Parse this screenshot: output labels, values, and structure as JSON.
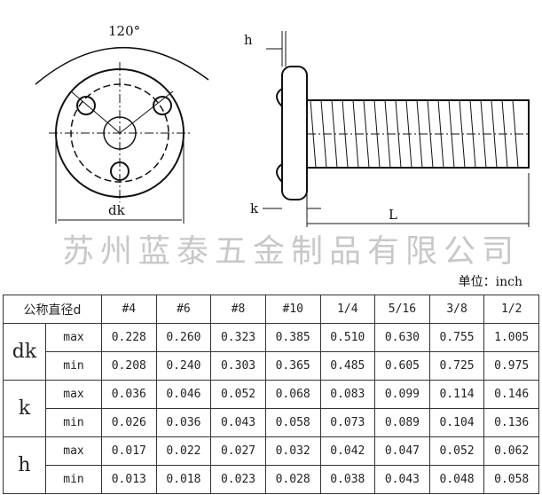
{
  "diagram": {
    "angle_label": "120°",
    "dk_label": "dk",
    "h_label": "h",
    "k_label": "k",
    "L_label": "L"
  },
  "company": "苏州蓝泰五金制品有限公司",
  "unit": "单位：inch",
  "table": {
    "header_label": "公称直径d",
    "sizes": [
      "#4",
      "#6",
      "#8",
      "#10",
      "1/4",
      "5/16",
      "3/8",
      "1/2"
    ],
    "groups": [
      {
        "name": "dk",
        "rows": [
          {
            "sub": "max",
            "values": [
              "0.228",
              "0.260",
              "0.323",
              "0.385",
              "0.510",
              "0.630",
              "0.755",
              "1.005"
            ]
          },
          {
            "sub": "min",
            "values": [
              "0.208",
              "0.240",
              "0.303",
              "0.365",
              "0.485",
              "0.605",
              "0.725",
              "0.975"
            ]
          }
        ]
      },
      {
        "name": "k",
        "rows": [
          {
            "sub": "max",
            "values": [
              "0.036",
              "0.046",
              "0.052",
              "0.068",
              "0.083",
              "0.099",
              "0.114",
              "0.146"
            ]
          },
          {
            "sub": "min",
            "values": [
              "0.026",
              "0.036",
              "0.043",
              "0.058",
              "0.073",
              "0.089",
              "0.104",
              "0.136"
            ]
          }
        ]
      },
      {
        "name": "h",
        "rows": [
          {
            "sub": "max",
            "values": [
              "0.017",
              "0.022",
              "0.027",
              "0.032",
              "0.042",
              "0.047",
              "0.052",
              "0.062"
            ]
          },
          {
            "sub": "min",
            "values": [
              "0.013",
              "0.018",
              "0.023",
              "0.028",
              "0.038",
              "0.043",
              "0.048",
              "0.058"
            ]
          }
        ]
      }
    ]
  }
}
